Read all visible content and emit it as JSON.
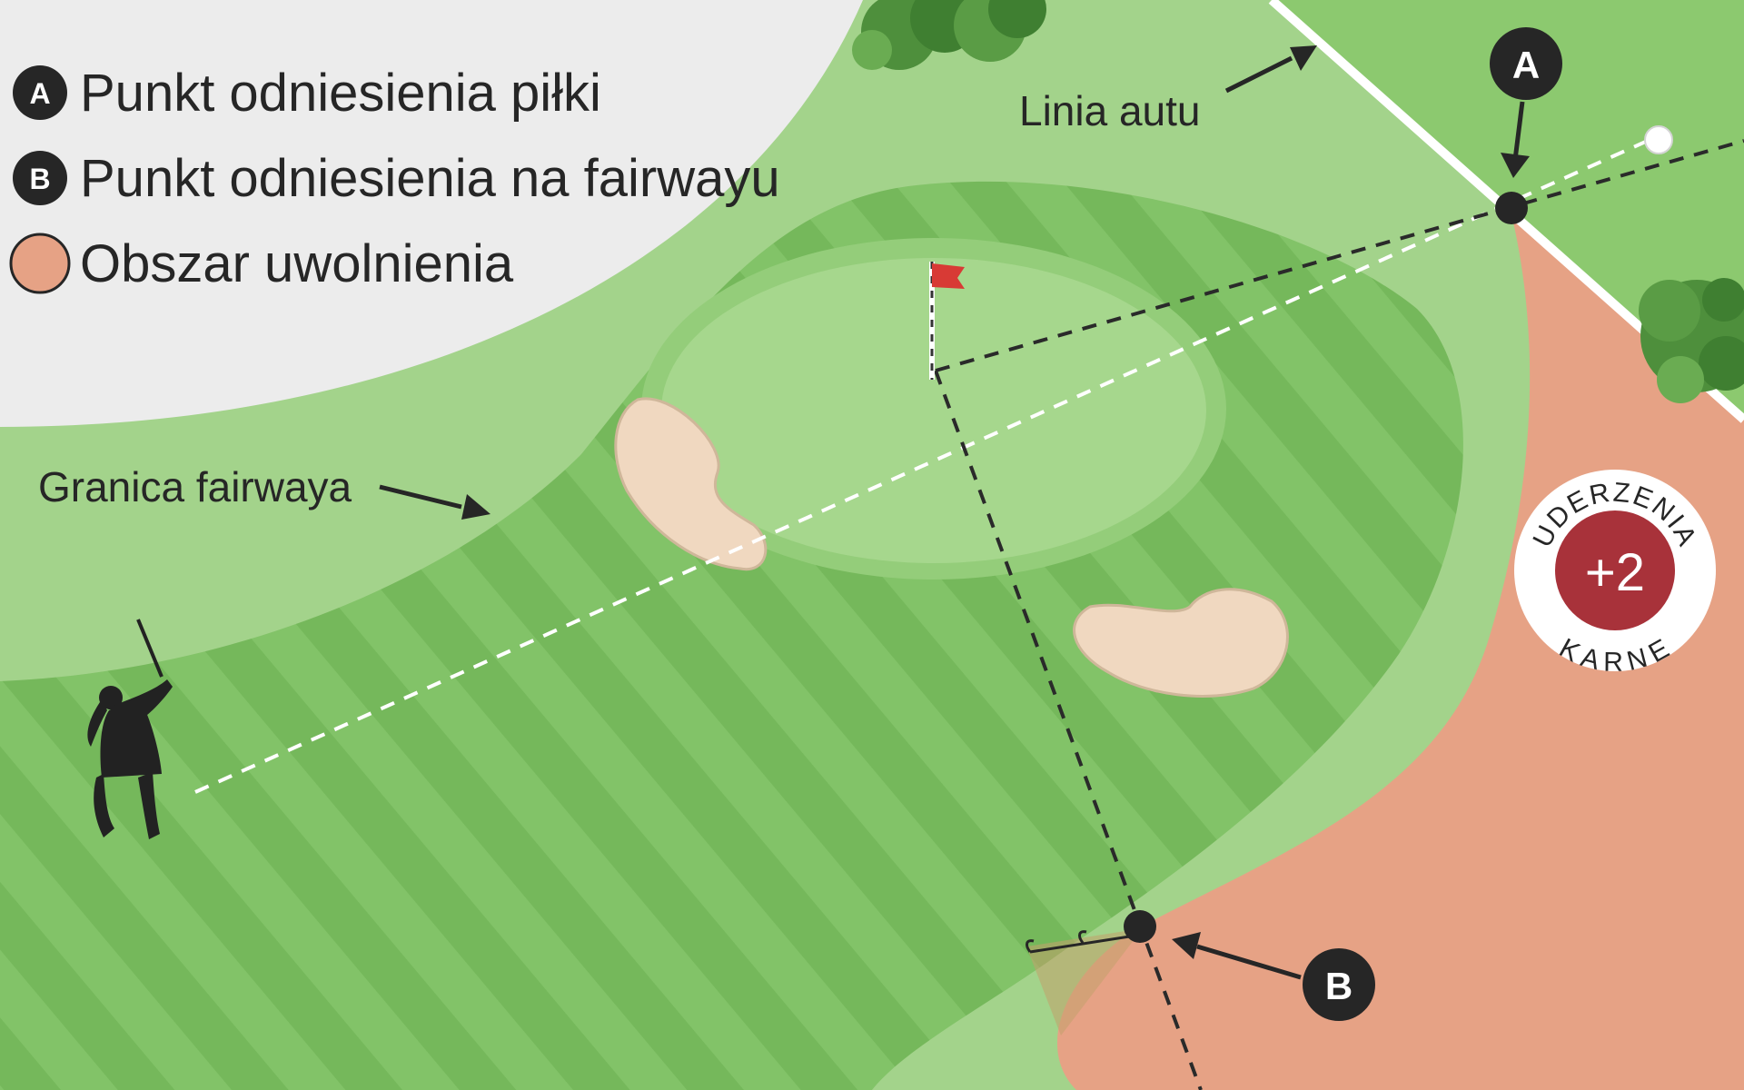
{
  "legend": {
    "items": [
      {
        "marker": "A",
        "label": "Punkt odniesienia piłki"
      },
      {
        "marker": "B",
        "label": "Punkt odniesienia na fairwayu"
      },
      {
        "marker": "",
        "label": "Obszar uwolnienia"
      }
    ]
  },
  "annotations": {
    "out_of_bounds_line": "Linia autu",
    "fairway_edge": "Granica fairwaya"
  },
  "markers": {
    "a": "A",
    "b": "B"
  },
  "penalty_badge": {
    "value": "+2",
    "top_text": "UDERZENIA",
    "bottom_text": "KARNE"
  },
  "colors": {
    "background": "#ececec",
    "rough": "#a3d38b",
    "fairway": "#82c368",
    "fairway_stripe": "#75b85b",
    "green": "#a6d78d",
    "bunker": "#f0d8c0",
    "relief_area": "#e6a285",
    "out_of_bounds_grass": "#8cc96f",
    "marker": "#262626",
    "badge_red": "#a8323a",
    "flag": "#d83a35"
  }
}
